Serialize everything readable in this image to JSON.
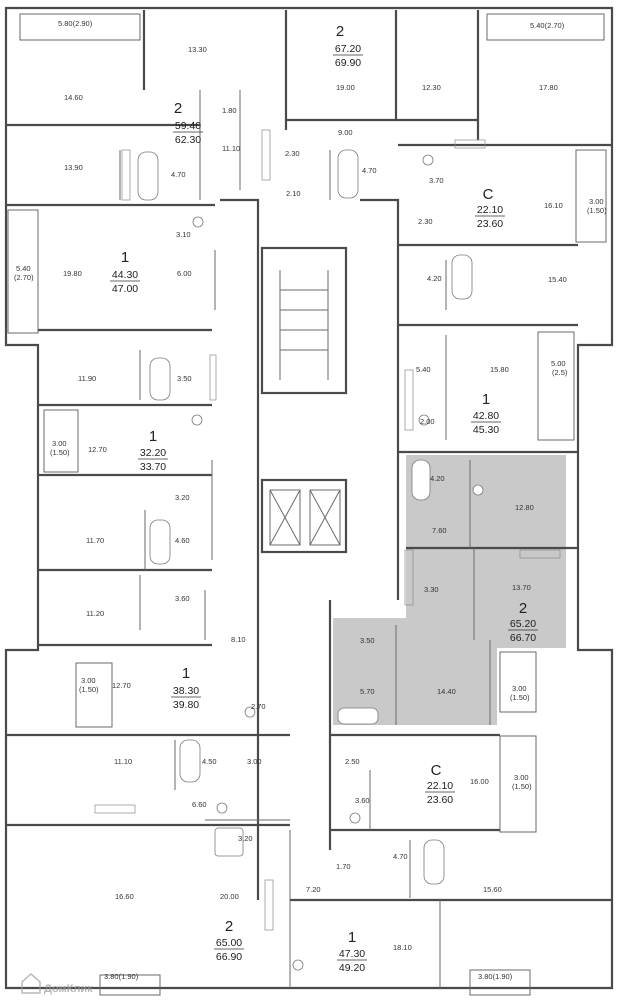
{
  "rooms": {
    "r1": "5.80(2.90)",
    "r2": "13.30",
    "r3": "14.60",
    "r4": "1.80",
    "r5": "11.10",
    "r6": "13.90",
    "r7": "4.70",
    "r8": "19.00",
    "r9": "12.30",
    "r10": "9.00",
    "r11": "2.30",
    "r12": "2.10",
    "r13": "4.70",
    "r14": "5.40(2.70)",
    "r15": "17.80",
    "r16": "3.70",
    "r17": "2.30",
    "r18": "16.10",
    "r19": "3.00",
    "r20": "(1.50)",
    "r21": "5.40",
    "r22": "(2.70)",
    "r23": "19.80",
    "r24": "3.10",
    "r25": "6.00",
    "r26": "4.20",
    "r27": "15.40",
    "r28": "11.90",
    "r29": "3.50",
    "r30": "5.40",
    "r31": "15.80",
    "r32": "5.00",
    "r33": "(2.5)",
    "r34": "3.00",
    "r35": "(1.50)",
    "r36": "12.70",
    "r37": "2.00",
    "r38": "3.20",
    "r39": "4.20",
    "r40": "12.80",
    "r41": "11.70",
    "r42": "4.60",
    "r43": "7.60",
    "r44": "11.20",
    "r45": "3.60",
    "r46": "3.30",
    "r47": "13.70",
    "r48": "8.10",
    "r49": "3.50",
    "r50": "3.00",
    "r51": "(1.50)",
    "r52": "12.70",
    "r53": "2.70",
    "r54": "5.70",
    "r55": "14.40",
    "r56": "3.00",
    "r57": "(1.50)",
    "r58": "11.10",
    "r59": "4.50",
    "r60": "3.00",
    "r61": "2.50",
    "r62": "16.00",
    "r63": "3.00",
    "r64": "(1.50)",
    "r65": "6.60",
    "r66": "3.60",
    "r67": "3.20",
    "r68": "1.70",
    "r69": "4.70",
    "r70": "16.60",
    "r71": "7.20",
    "r72": "20.00",
    "r73": "15.60",
    "r74": "18.10",
    "r75": "3.80(1.90)",
    "r76": "3.80(1.90)"
  },
  "units": [
    {
      "rooms": "2",
      "area_a": "67.20",
      "area_b": "69.90"
    },
    {
      "rooms": "2",
      "area_a": "59.40",
      "area_b": "62.30"
    },
    {
      "rooms": "С",
      "area_a": "22.10",
      "area_b": "23.60"
    },
    {
      "rooms": "1",
      "area_a": "44.30",
      "area_b": "47.00"
    },
    {
      "rooms": "1",
      "area_a": "42.80",
      "area_b": "45.30"
    },
    {
      "rooms": "1",
      "area_a": "32.20",
      "area_b": "33.70"
    },
    {
      "rooms": "2",
      "area_a": "65.20",
      "area_b": "66.70"
    },
    {
      "rooms": "1",
      "area_a": "38.30",
      "area_b": "39.80"
    },
    {
      "rooms": "С",
      "area_a": "22.10",
      "area_b": "23.60"
    },
    {
      "rooms": "2",
      "area_a": "65.00",
      "area_b": "66.90"
    },
    {
      "rooms": "1",
      "area_a": "47.30",
      "area_b": "49.20"
    }
  ],
  "watermark": "ДомКлик",
  "colors": {
    "wall": "#4a4a4a",
    "highlight": "#c9c9c9",
    "text": "#222222"
  }
}
